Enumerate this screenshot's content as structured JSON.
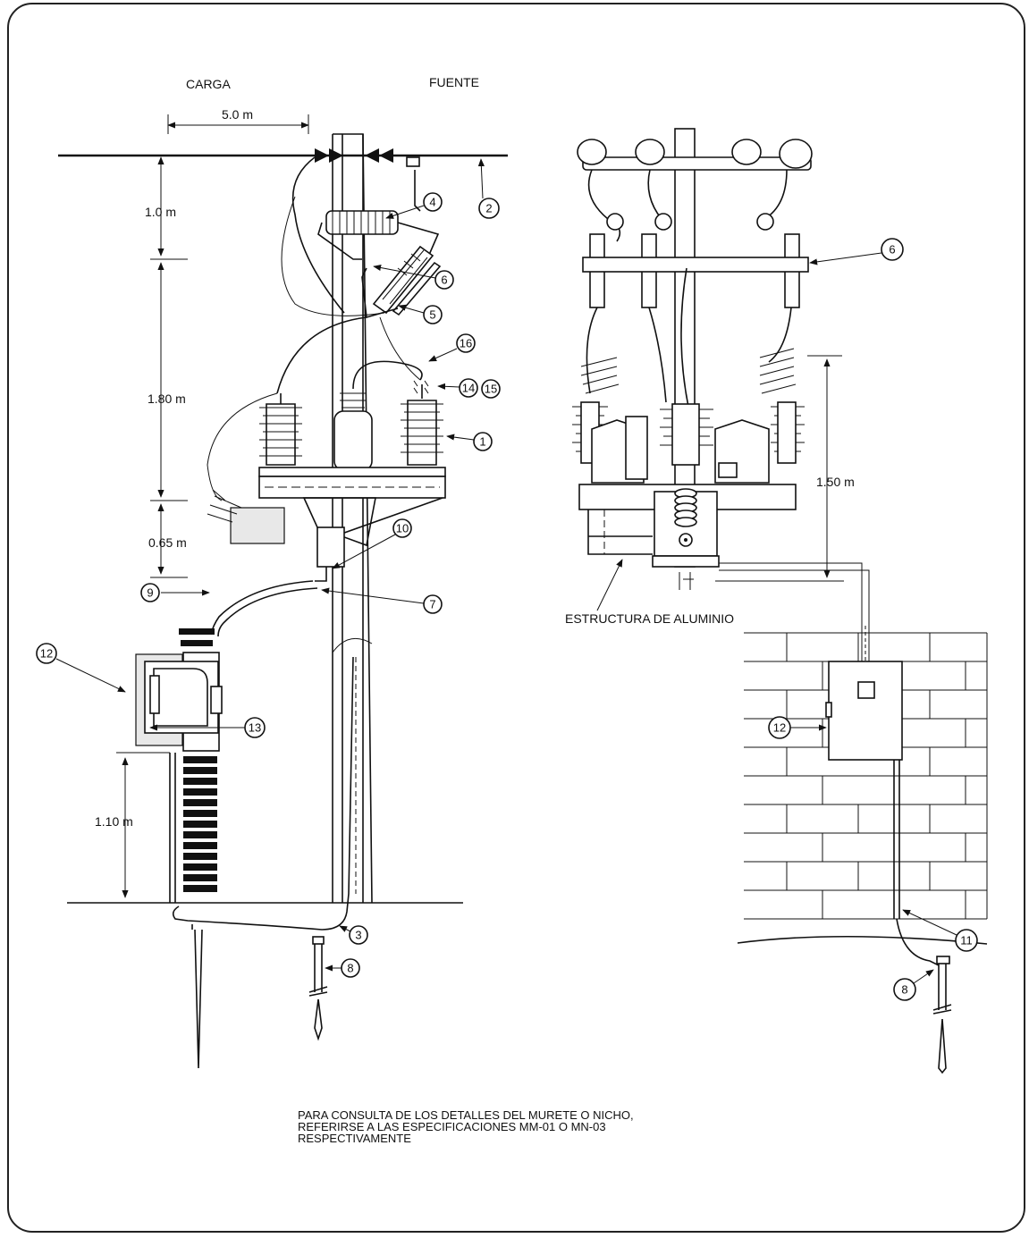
{
  "labels": {
    "carga": "CARGA",
    "fuente": "FUENTE",
    "estructura": "ESTRUCTURA DE ALUMINIO"
  },
  "dimensions": {
    "span": "5.0 m",
    "d1": "1.0 m",
    "d2": "1.80 m",
    "d3": "0.65 m",
    "d4": "1.10 m",
    "d5": "1.50 m"
  },
  "callouts": {
    "c1": "1",
    "c2": "2",
    "c3": "3",
    "c4": "4",
    "c5": "5",
    "c6": "6",
    "c7": "7",
    "c8": "8",
    "c9": "9",
    "c10": "10",
    "c11": "11",
    "c12": "12",
    "c13": "13",
    "c14": "14",
    "c15": "15",
    "c16": "16",
    "r6": "6",
    "r8": "8",
    "r11": "11",
    "r12": "12"
  },
  "note": {
    "line1": "PARA CONSULTA DE LOS DETALLES DEL MURETE O NICHO,",
    "line2": "REFERIRSE A LAS ESPECIFICACIONES  MM-01 O MN-03",
    "line3": "RESPECTIVAMENTE"
  }
}
